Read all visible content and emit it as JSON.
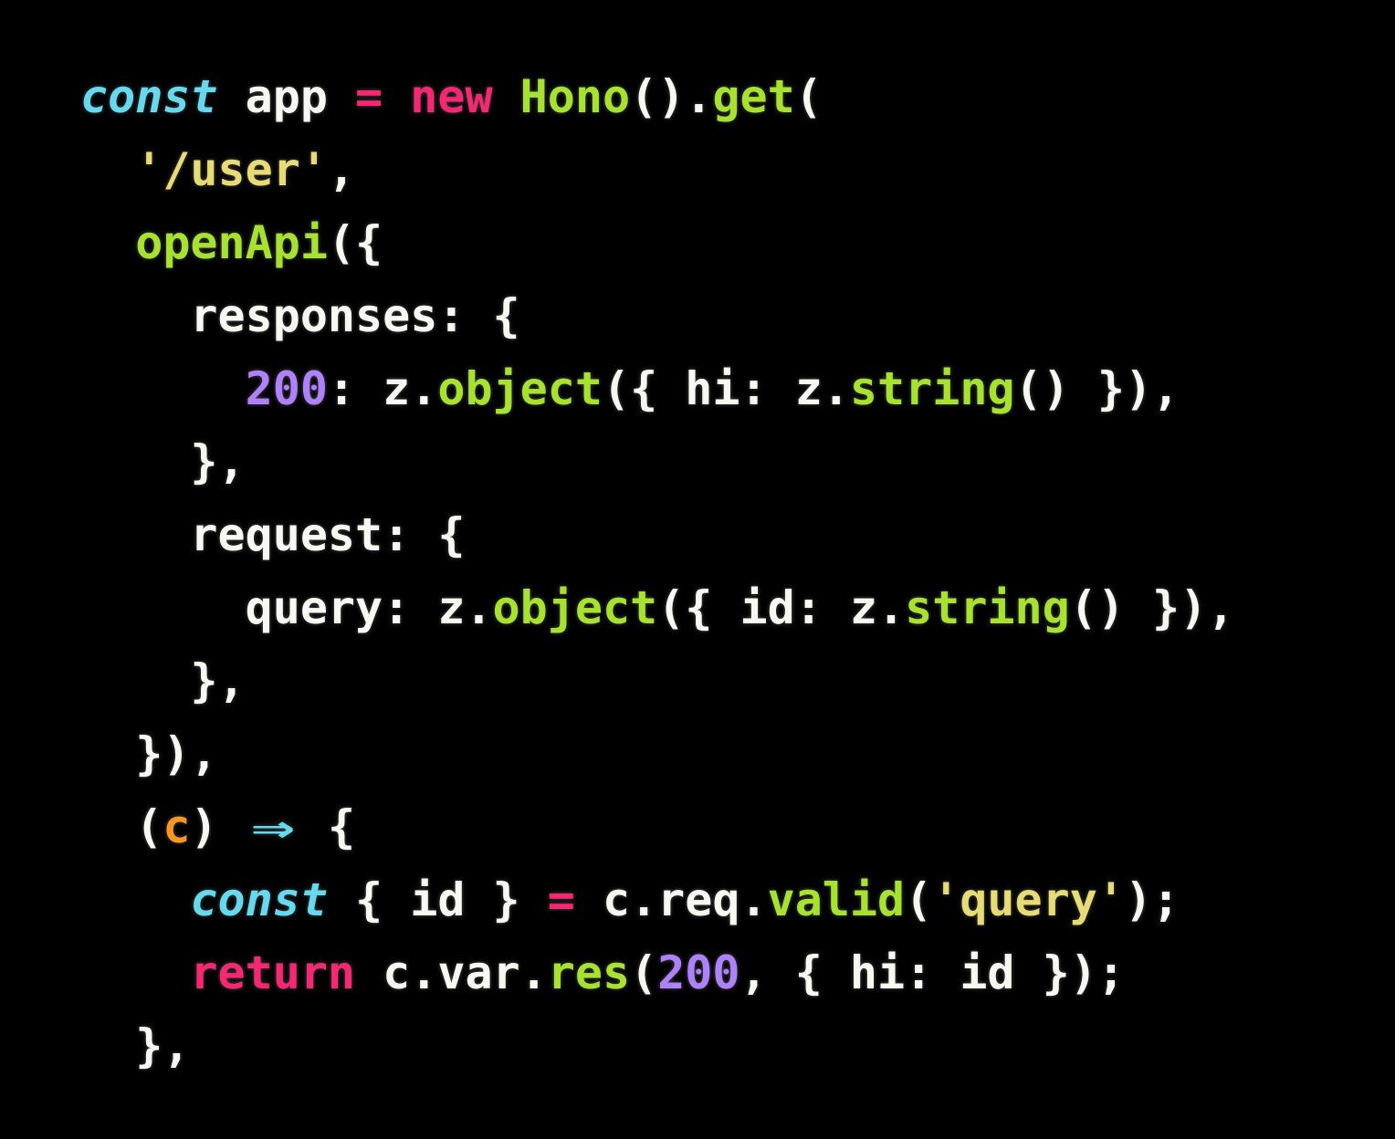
{
  "window": {
    "background": "#000000"
  },
  "palette": {
    "fg": "#f8f8f2",
    "kw": "#f92672",
    "op": "#f92672",
    "kwc": "#66d9ef",
    "arrow": "#66d9ef",
    "fn": "#a6e22e",
    "str": "#e6db74",
    "num": "#ae81ff",
    "param": "#fd971f"
  },
  "code": {
    "language": "typescript",
    "plain_text": "const app = new Hono().get(\n  '/user',\n  openApi({\n    responses: {\n      200: z.object({ hi: z.string() }),\n    },\n    request: {\n      query: z.object({ id: z.string() }),\n    },\n  }),\n  (c) => {\n    const { id } = c.req.valid('query');\n    return c.var.res(200, { hi: id });\n  },",
    "lines": [
      {
        "tokens": [
          [
            "const",
            "kwc"
          ],
          [
            " app ",
            "fg"
          ],
          [
            "=",
            "op"
          ],
          [
            " ",
            "fg"
          ],
          [
            "new",
            "kw"
          ],
          [
            " ",
            "fg"
          ],
          [
            "Hono",
            "fn"
          ],
          [
            "().",
            "fg"
          ],
          [
            "get",
            "fn"
          ],
          [
            "(",
            "fg"
          ]
        ]
      },
      {
        "tokens": [
          [
            "  ",
            "fg"
          ],
          [
            "'/user'",
            "str"
          ],
          [
            ",",
            "fg"
          ]
        ]
      },
      {
        "tokens": [
          [
            "  ",
            "fg"
          ],
          [
            "openApi",
            "fn"
          ],
          [
            "({",
            "fg"
          ]
        ]
      },
      {
        "tokens": [
          [
            "    responses: {",
            "fg"
          ]
        ]
      },
      {
        "tokens": [
          [
            "      ",
            "fg"
          ],
          [
            "200",
            "num"
          ],
          [
            ": z.",
            "fg"
          ],
          [
            "object",
            "fn"
          ],
          [
            "({ hi: z.",
            "fg"
          ],
          [
            "string",
            "fn"
          ],
          [
            "() }),",
            "fg"
          ]
        ]
      },
      {
        "tokens": [
          [
            "    },",
            "fg"
          ]
        ]
      },
      {
        "tokens": [
          [
            "    request: {",
            "fg"
          ]
        ]
      },
      {
        "tokens": [
          [
            "      query: z.",
            "fg"
          ],
          [
            "object",
            "fn"
          ],
          [
            "({ id: z.",
            "fg"
          ],
          [
            "string",
            "fn"
          ],
          [
            "() }),",
            "fg"
          ]
        ]
      },
      {
        "tokens": [
          [
            "    },",
            "fg"
          ]
        ]
      },
      {
        "tokens": [
          [
            "  }),",
            "fg"
          ]
        ]
      },
      {
        "tokens": [
          [
            "  (",
            "fg"
          ],
          [
            "c",
            "param"
          ],
          [
            ") ",
            "fg"
          ],
          [
            "⇒",
            "arrow"
          ],
          [
            " {",
            "fg"
          ]
        ]
      },
      {
        "tokens": [
          [
            "    ",
            "fg"
          ],
          [
            "const",
            "kwc"
          ],
          [
            " { id } ",
            "fg"
          ],
          [
            "=",
            "op"
          ],
          [
            " c.req.",
            "fg"
          ],
          [
            "valid",
            "fn"
          ],
          [
            "(",
            "fg"
          ],
          [
            "'query'",
            "str"
          ],
          [
            ");",
            "fg"
          ]
        ]
      },
      {
        "tokens": [
          [
            "    ",
            "fg"
          ],
          [
            "return",
            "kw"
          ],
          [
            " c.var.",
            "fg"
          ],
          [
            "res",
            "fn"
          ],
          [
            "(",
            "fg"
          ],
          [
            "200",
            "num"
          ],
          [
            ", { hi: id });",
            "fg"
          ]
        ]
      },
      {
        "tokens": [
          [
            "  },",
            "fg"
          ]
        ]
      }
    ]
  }
}
